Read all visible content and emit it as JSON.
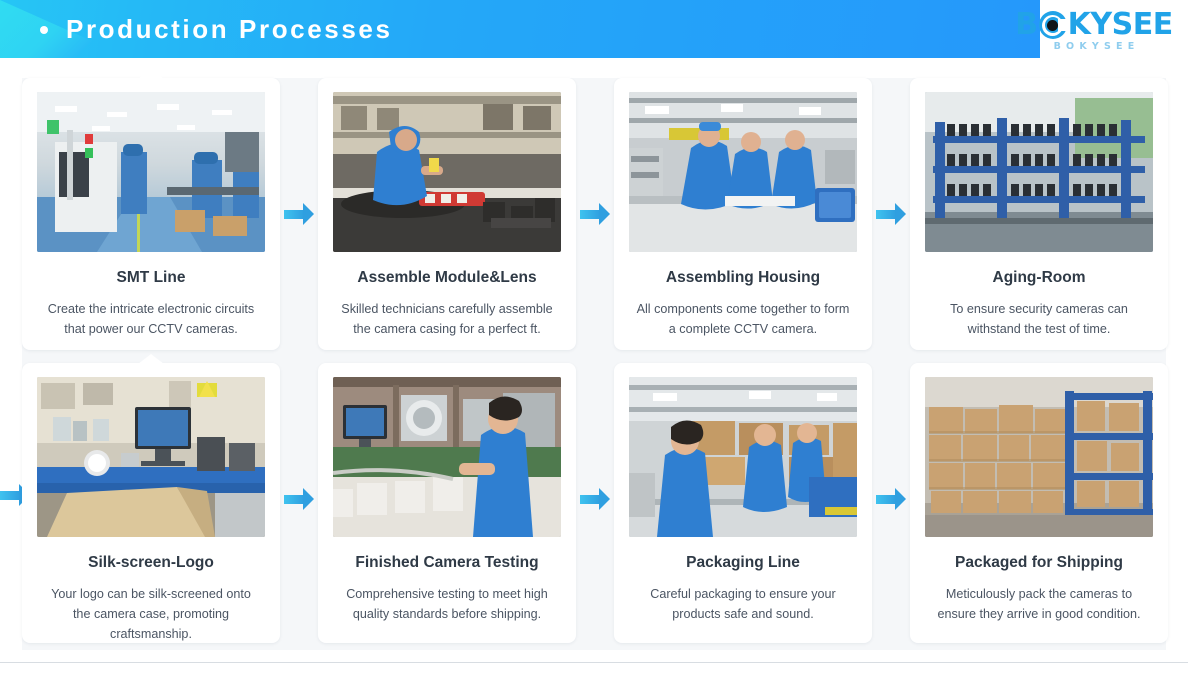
{
  "header": {
    "title": "Production Processes",
    "bullet": "bullet-dot",
    "gradient_from": "#26c6f5",
    "gradient_to": "#2598fb"
  },
  "logo": {
    "wordmark_before": "B",
    "wordmark_after": "KYSEE",
    "subtitle": "BOKYSEE",
    "color": "#21a3e8",
    "subtitle_color": "#8fcdee",
    "icon": "camera-eye-lens-icon"
  },
  "theme": {
    "page_background": "#ffffff",
    "canvas_background": "#f5f7f9",
    "card_background": "#ffffff",
    "title_color": "#2f3a46",
    "desc_color": "#4b5563",
    "arrow_color": "#2f9fe0"
  },
  "rows": [
    {
      "leading_arrow": false,
      "cards": [
        {
          "title": "SMT Line",
          "desc": "Create the intricate electronic circuits that power our CCTV cameras.",
          "photo": "smt-line-factory-floor",
          "notch": true
        },
        {
          "title": "Assemble Module&Lens",
          "desc": "Skilled technicians carefully assemble the camera casing for a perfect ft.",
          "photo": "technician-assembling-module-lens",
          "notch": false
        },
        {
          "title": "Assembling Housing",
          "desc": "All components come together to form a complete CCTV camera.",
          "photo": "workers-assembling-housing",
          "notch": false
        },
        {
          "title": "Aging-Room",
          "desc": "To ensure security cameras can withstand the test of time.",
          "photo": "aging-room-racks",
          "notch": false
        }
      ]
    },
    {
      "leading_arrow": true,
      "cards": [
        {
          "title": "Silk-screen-Logo",
          "desc": "Your logo can be silk-screened onto the camera case, promoting craftsmanship.",
          "photo": "silk-screen-logo-station",
          "notch": true
        },
        {
          "title": "Finished Camera Testing",
          "desc": "Comprehensive testing to meet high quality standards before shipping.",
          "photo": "finished-camera-testing-bench",
          "notch": false
        },
        {
          "title": "Packaging Line",
          "desc": "Careful packaging to ensure your products safe and sound.",
          "photo": "packaging-line-workers",
          "notch": false
        },
        {
          "title": "Packaged for Shipping",
          "desc": "Meticulously pack the cameras to ensure they arrive in good condition.",
          "photo": "warehouse-packed-boxes",
          "notch": false
        }
      ]
    }
  ]
}
